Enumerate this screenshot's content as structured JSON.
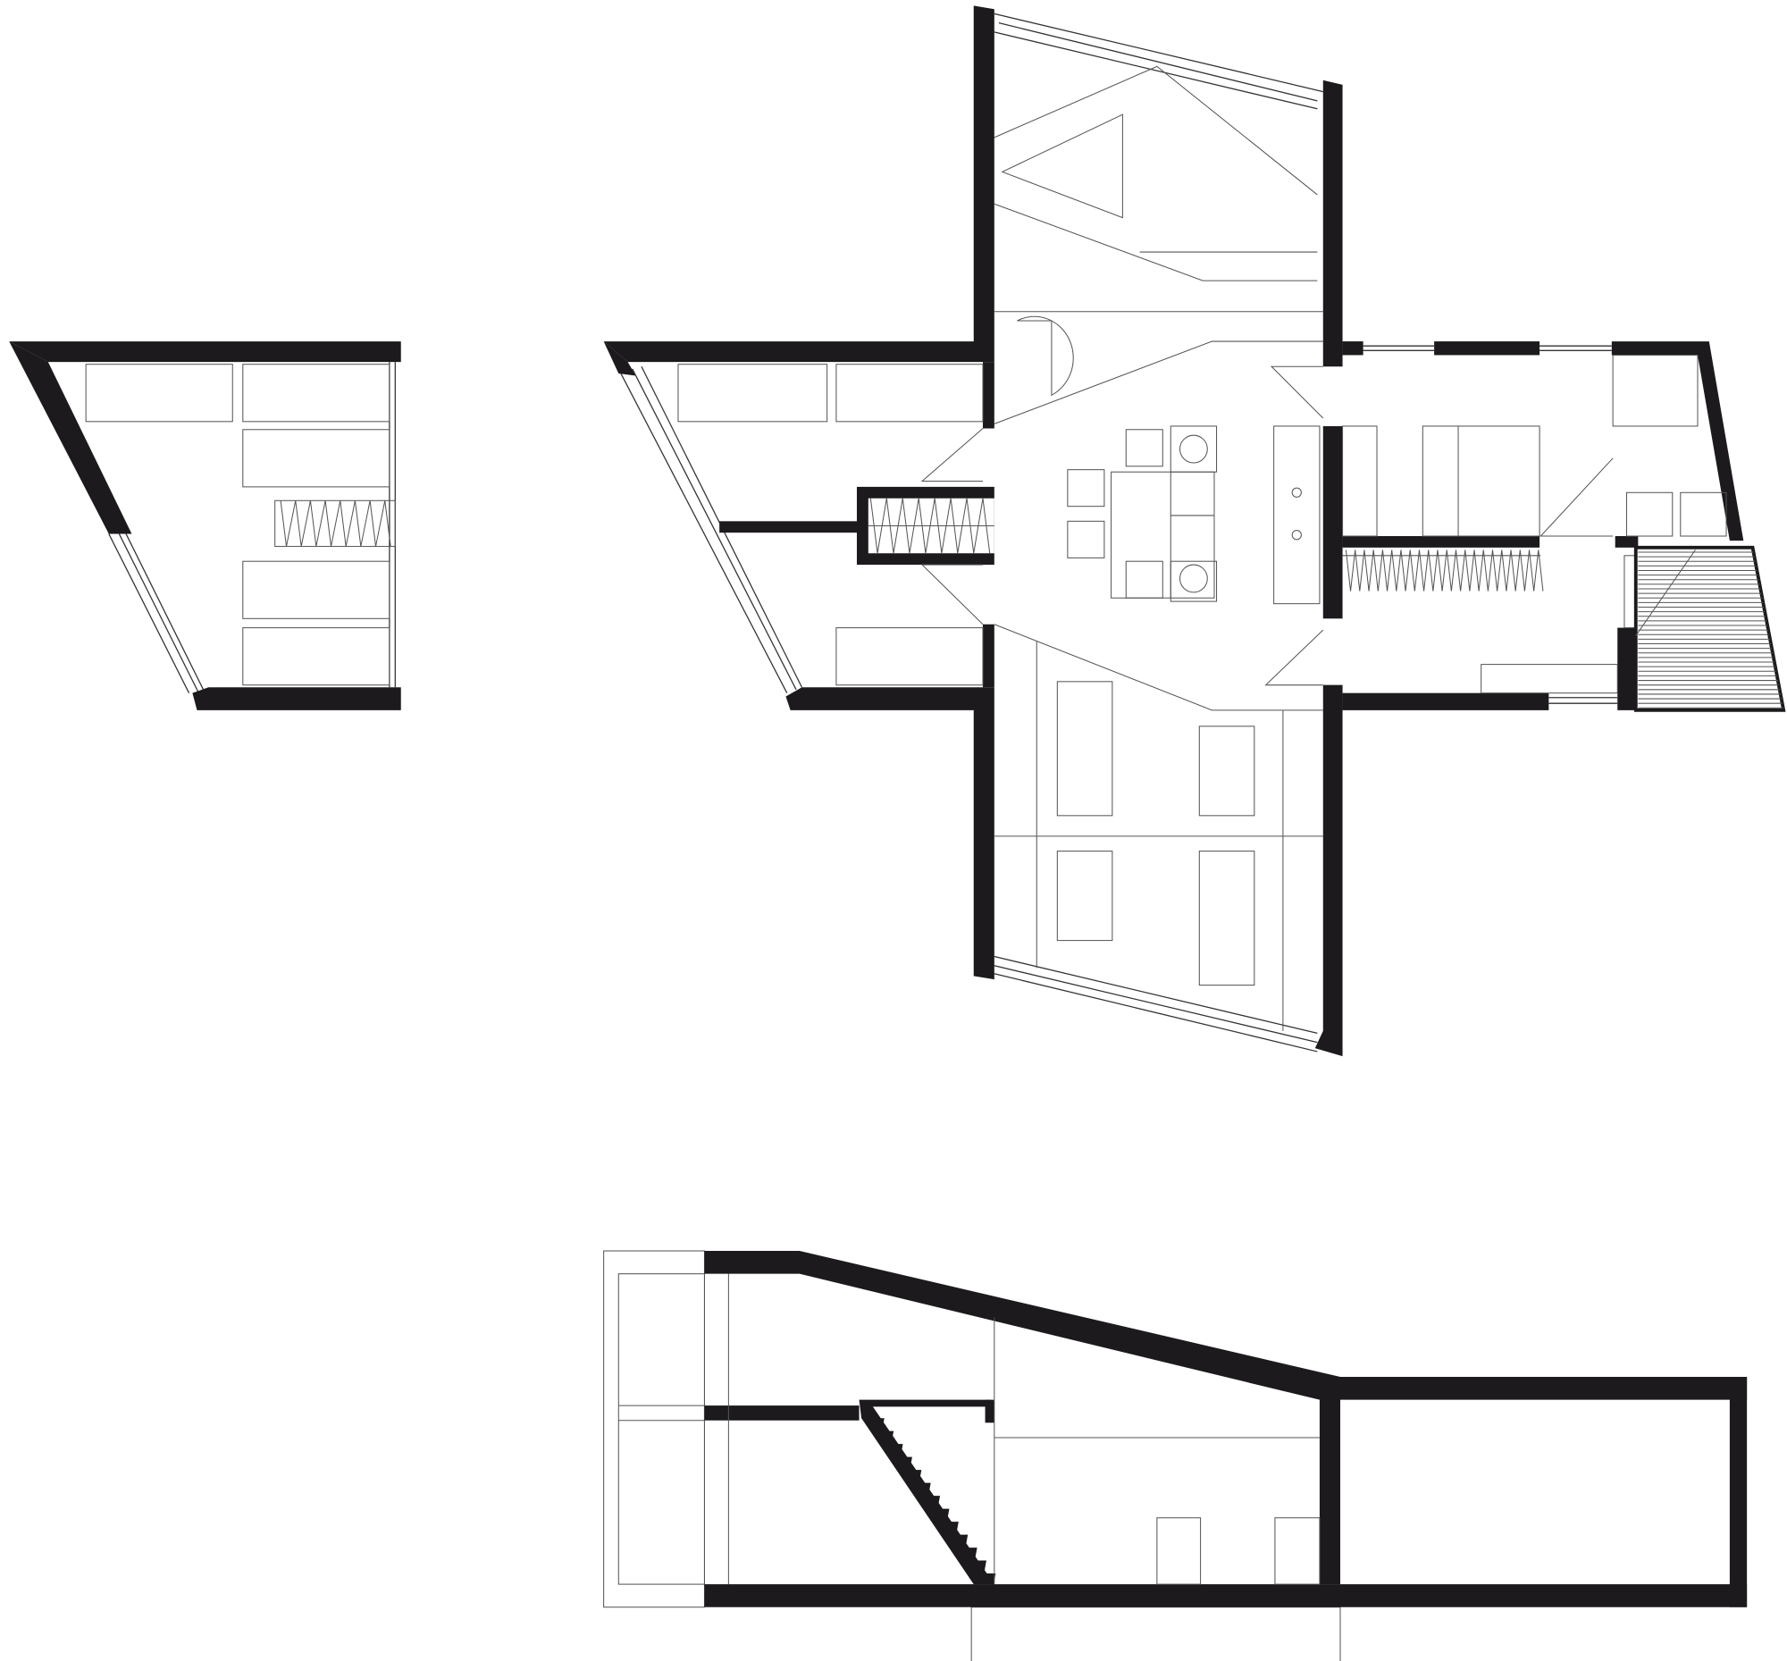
{
  "colors": {
    "wall": "#1c1a1d",
    "line": "#555555",
    "background": "#ffffff"
  },
  "drawings": [
    {
      "kind": "floor-plan",
      "id": "upper-level"
    },
    {
      "kind": "floor-plan",
      "id": "ground-level"
    },
    {
      "kind": "section",
      "id": "longitudinal-section"
    }
  ]
}
